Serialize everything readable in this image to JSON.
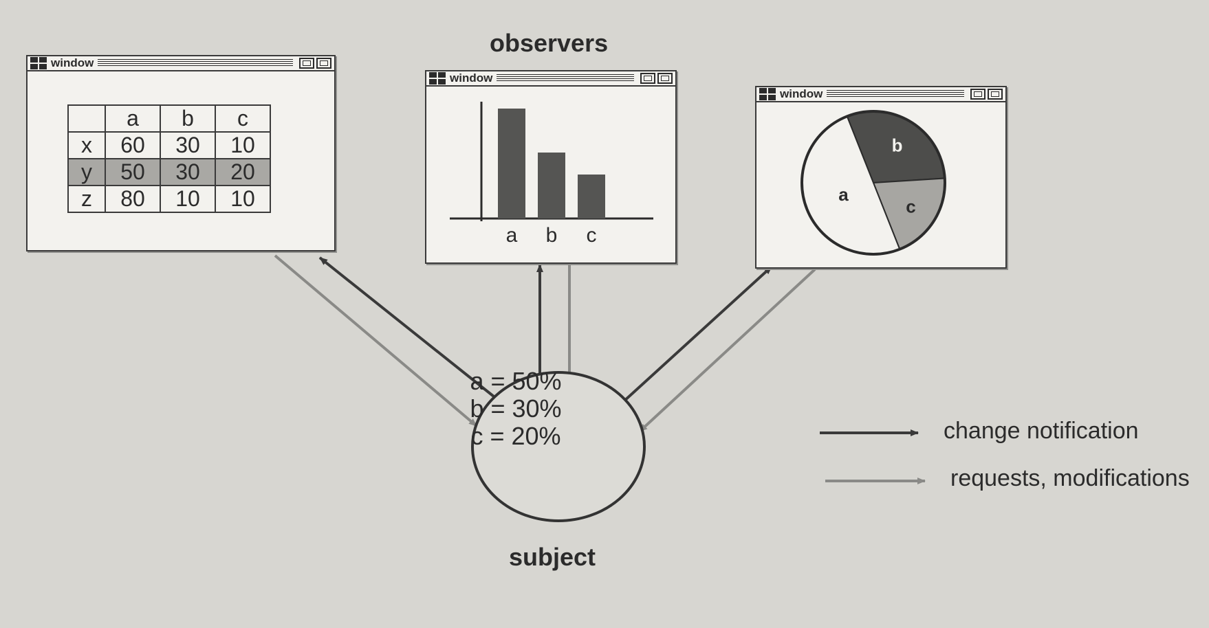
{
  "header": {
    "title": "observers"
  },
  "footer": {
    "subject_label": "subject"
  },
  "windows": {
    "table_window": {
      "title": "window",
      "columns": [
        "a",
        "b",
        "c"
      ],
      "rows": [
        {
          "label": "x",
          "values": [
            "60",
            "30",
            "10"
          ]
        },
        {
          "label": "y",
          "values": [
            "50",
            "30",
            "20"
          ]
        },
        {
          "label": "z",
          "values": [
            "80",
            "10",
            "10"
          ]
        }
      ],
      "highlighted_row": "y"
    },
    "bar_window": {
      "title": "window",
      "chart": {
        "type": "bar",
        "categories": [
          "a",
          "b",
          "c"
        ],
        "values": [
          50,
          30,
          20
        ]
      }
    },
    "pie_window": {
      "title": "window",
      "chart": {
        "type": "pie",
        "slices": [
          {
            "label": "a",
            "value": 50,
            "color": "#f3f2ee"
          },
          {
            "label": "b",
            "value": 30,
            "color": "#4d4d4b"
          },
          {
            "label": "c",
            "value": 20,
            "color": "#a7a6a2"
          }
        ]
      }
    }
  },
  "subject": {
    "values": [
      "a = 50%",
      "b = 30%",
      "c = 20%"
    ]
  },
  "legend": {
    "change_notification": "change notification",
    "requests_modifications": "requests, modifications"
  },
  "colors": {
    "notification_arrow": "#3a3a3a",
    "request_arrow": "#8a8a87",
    "bar_fill": "#555553"
  },
  "chart_data": [
    {
      "type": "bar",
      "categories": [
        "a",
        "b",
        "c"
      ],
      "values": [
        50,
        30,
        20
      ]
    },
    {
      "type": "pie",
      "categories": [
        "a",
        "b",
        "c"
      ],
      "values": [
        50,
        30,
        20
      ]
    }
  ]
}
